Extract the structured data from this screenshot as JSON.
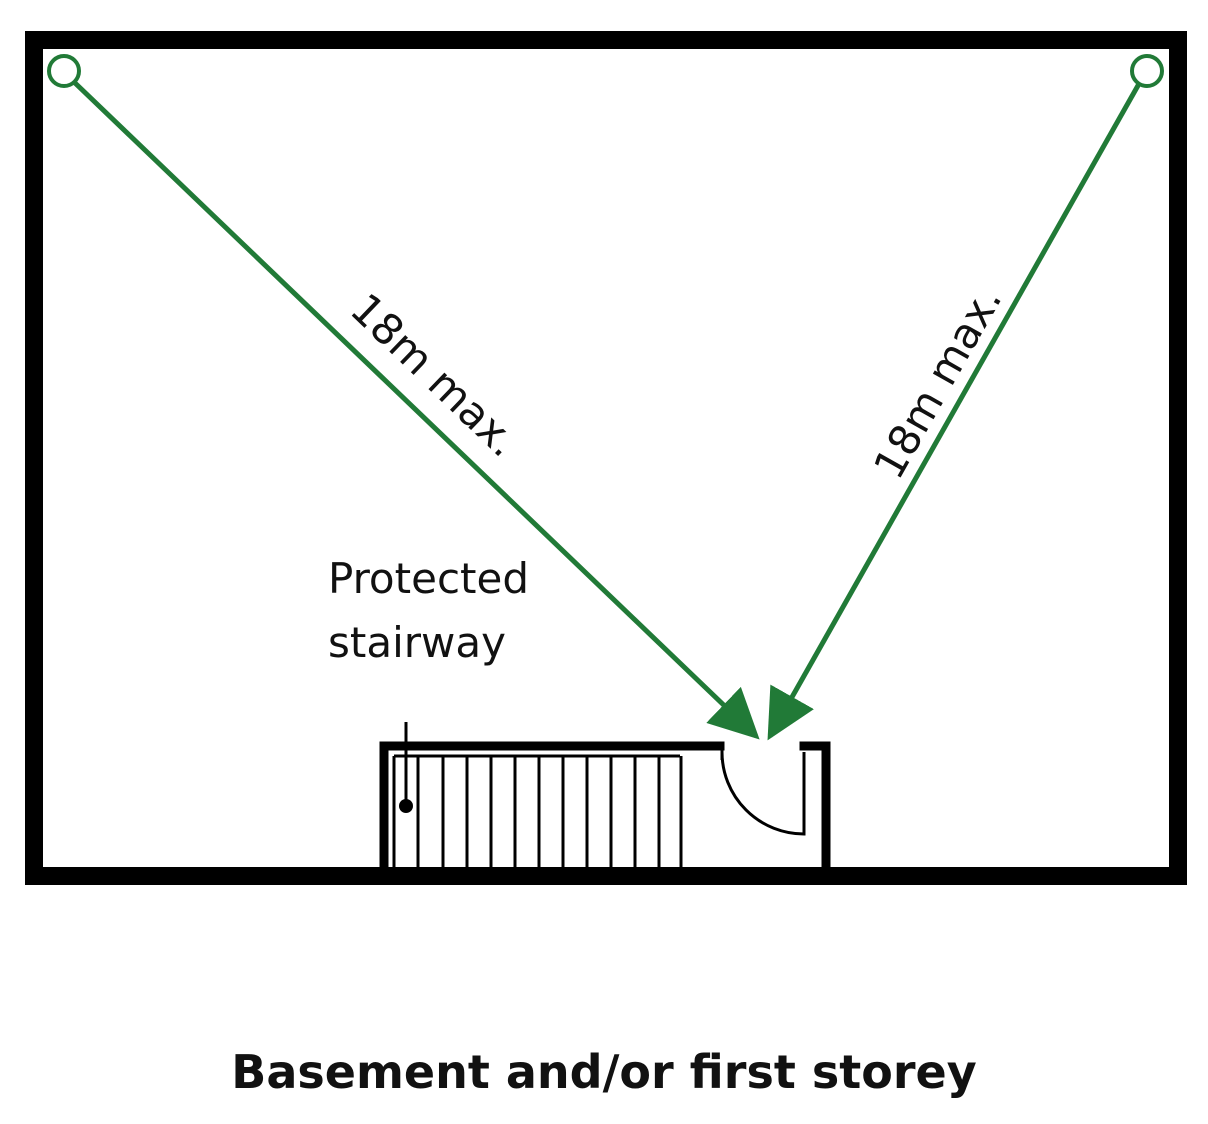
{
  "labels": {
    "left_distance": "18m max.",
    "right_distance": "18m max.",
    "stair_line1": "Protected",
    "stair_line2": "stairway",
    "caption": "Basement and/or first storey"
  },
  "colors": {
    "wall": "#000000",
    "route": "#217a37",
    "text": "#111111",
    "background": "#ffffff"
  }
}
